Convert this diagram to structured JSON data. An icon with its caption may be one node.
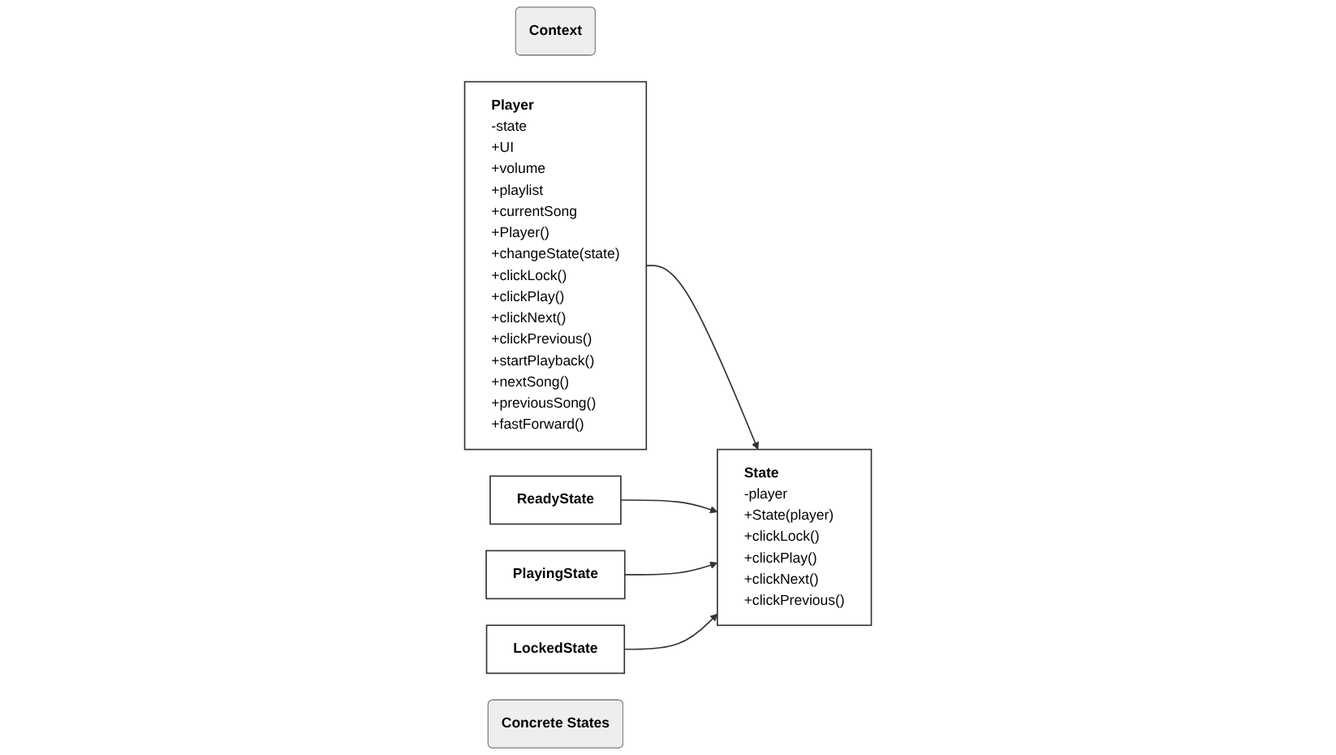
{
  "diagram": {
    "nodes": [
      {
        "text": [
          "Context"
        ]
      },
      {
        "text": [
          "Player",
          "-state +UI +volume +playlist +currentSong",
          "+Player() +changeState(state) +clickLock() +clickPlay() +clickNext() +clickPrevious() +startPlayback() +nextSong() +previousSong() +fastForward()"
        ]
      },
      {
        "text": [
          "State",
          "-player",
          "+State(player) +clickLock() +clickPlay() +clickNext() +clickPrevious()"
        ]
      },
      {
        "text": [
          "ReadyState"
        ]
      },
      {
        "text": [
          "PlayingState"
        ]
      },
      {
        "text": [
          "LockedState"
        ]
      },
      {
        "text": [
          "Concrete States"
        ]
      }
    ],
    "edges": [
      {
        "from": 1,
        "to": 2,
        "arrow": "to"
      },
      {
        "from": 3,
        "to": 2,
        "arrow": "to"
      },
      {
        "from": 4,
        "to": 2,
        "arrow": "to"
      },
      {
        "from": 5,
        "to": 2,
        "arrow": "to"
      }
    ]
  }
}
